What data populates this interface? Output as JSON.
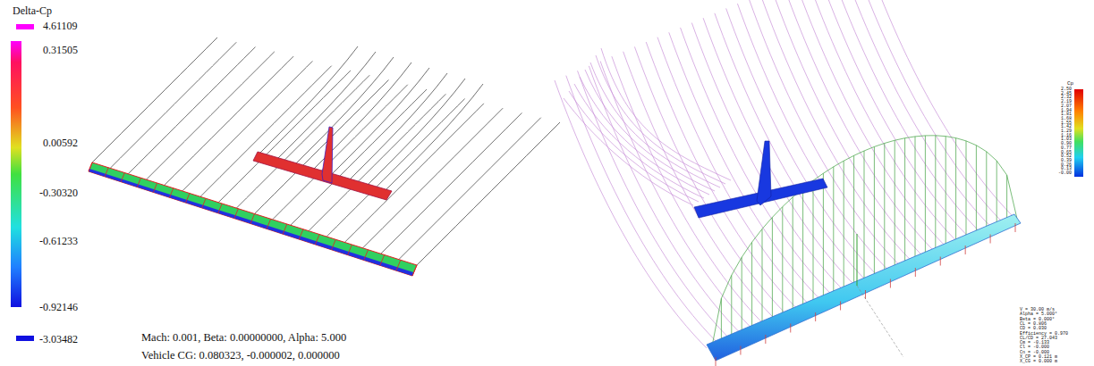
{
  "diagram": {
    "labels": [
      "Delta-Cp",
      "4.61109",
      "0.31505",
      "0.00592",
      "-0.30320",
      "-0.61233",
      "-0.92146",
      "-3.03482",
      "Mach: 0.001, Beta: 0.00000000, Alpha: 5.000",
      "Vehicle CG: 0.080323, -0.000002, 0.000000",
      "Cp",
      "2.50",
      "2.45",
      "2.32",
      "2.19",
      "2.07",
      "1.94",
      "1.81",
      "1.68",
      "1.55",
      "1.42",
      "1.29",
      "1.16",
      "1.03",
      "0.90",
      "0.77",
      "0.65",
      "0.52",
      "0.39",
      "0.26",
      "0.13",
      "-0.00",
      "V = 30.00 m/s",
      "Alpha = 5.000°",
      "Beta = 0.000°",
      "CL = 0.806",
      "CD = 0.030",
      "Efficiency = 0.970",
      "CL/CD = 27.043",
      "Cm = -0.133",
      "Cl = -0.000",
      "Cn = -0.000",
      "X_CP = 0.121 m",
      "X_CG = 0.000 m"
    ]
  }
}
